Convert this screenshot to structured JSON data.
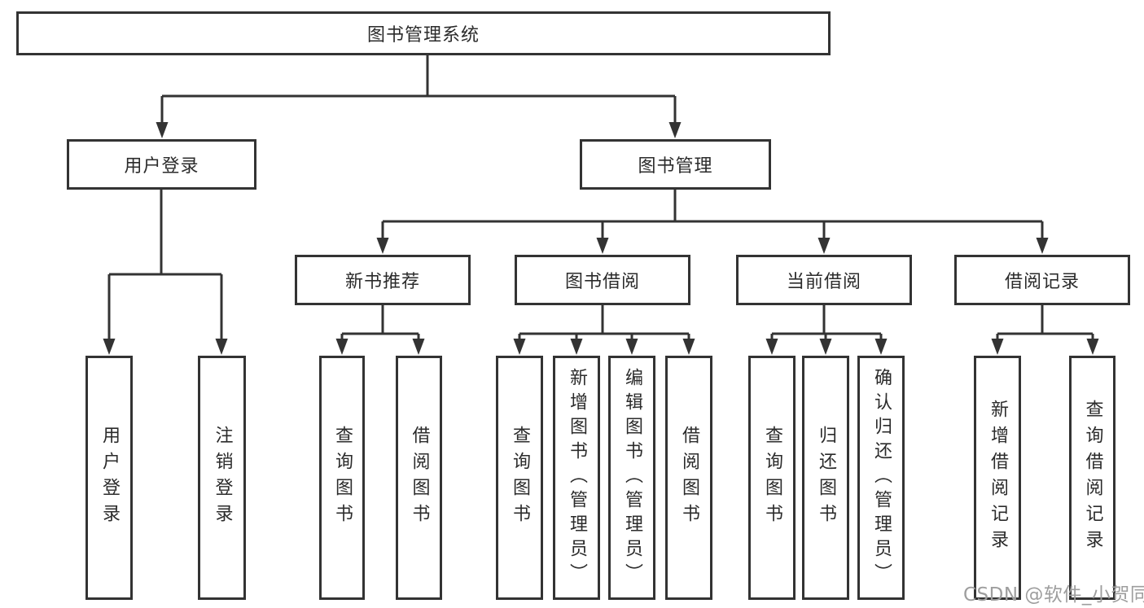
{
  "colors": {
    "line": "#333333",
    "text": "#2b2b2b",
    "watermark": "#9e9e9e",
    "background": "#ffffff"
  },
  "tree": {
    "root": {
      "label": "图书管理系统",
      "children": [
        {
          "label": "用户登录",
          "children": [
            {
              "label": "用户登录"
            },
            {
              "label": "注销登录"
            }
          ]
        },
        {
          "label": "图书管理",
          "children": [
            {
              "label": "新书推荐",
              "children": [
                {
                  "label": "查询图书"
                },
                {
                  "label": "借阅图书"
                }
              ]
            },
            {
              "label": "图书借阅",
              "children": [
                {
                  "label": "查询图书"
                },
                {
                  "label": "新增图书（管理员）"
                },
                {
                  "label": "编辑图书（管理员）"
                },
                {
                  "label": "借阅图书"
                }
              ]
            },
            {
              "label": "当前借阅",
              "children": [
                {
                  "label": "查询图书"
                },
                {
                  "label": "归还图书"
                },
                {
                  "label": "确认归还（管理员）"
                }
              ]
            },
            {
              "label": "借阅记录",
              "children": [
                {
                  "label": "新增借阅记录"
                },
                {
                  "label": "查询借阅记录"
                }
              ]
            }
          ]
        }
      ]
    }
  },
  "watermark": {
    "text": "CSDN @软件_小贺同学"
  }
}
